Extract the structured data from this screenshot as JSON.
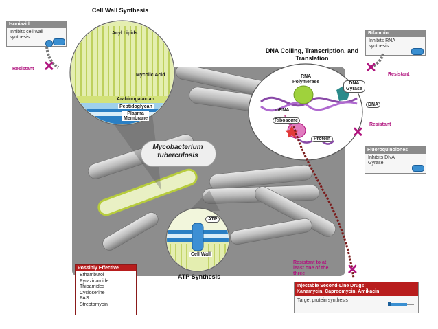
{
  "titles": {
    "cell_wall": "Cell Wall Synthesis",
    "dna": "DNA Coiling, Transcription, and Translation",
    "atp": "ATP Synthesis"
  },
  "organism": {
    "line1": "Mycobacterium",
    "line2": "tuberculosis"
  },
  "cell_wall_layers": {
    "acyl": "Acyl Lipids",
    "mycolic": "Mycolic Acid",
    "arabino": "Arabinogalactan",
    "pepti": "Peptidoglycan",
    "plasma1": "Plasma",
    "plasma2": "Membrane"
  },
  "dna_labels": {
    "rnapol1": "RNA",
    "rnapol2": "Polymerase",
    "gyrase1": "DNA",
    "gyrase2": "Gyrase",
    "mrna": "mRNA",
    "dna": "DNA",
    "ribosome": "Ribosome",
    "protein": "Protein"
  },
  "atp_labels": {
    "atp": "ATP",
    "cellwall": "Cell Wall"
  },
  "drugs": {
    "isoniazid": {
      "name": "Isoniazid",
      "line1": "Inhibits cell wall",
      "line2": "synthesis"
    },
    "rifampin": {
      "name": "Rifampin",
      "line1": "Inhibits RNA",
      "line2": "synthesis"
    },
    "fluoroquinolones": {
      "name": "Fluoroquinolones",
      "line1": "Inhibits DNA",
      "line2": "Gyrase"
    }
  },
  "resistant": "Resistant",
  "resistant_note": {
    "line1": "Resistant to at",
    "line2": "least one of the",
    "line3": "three"
  },
  "possibly_effective": {
    "header": "Possibly Effective",
    "items": [
      "Ethambutol",
      "Pyrazinamide",
      "Thioamides",
      "Cycloserine",
      "PAS",
      "Streptomycin"
    ]
  },
  "injectable": {
    "line1": "Injectable Second-Line Drugs:",
    "line2": "Kanamycin, Capreomycin, Amikacin",
    "body": "Target protein synthesis"
  },
  "colors": {
    "resistant": "#b0147e",
    "header_red": "#b81d1d",
    "header_gray": "#8b8b8b",
    "pill_blue": "#3a8fd1",
    "membrane_blue": "#2a7fc4",
    "lipid_green": "#c9dd6a"
  }
}
